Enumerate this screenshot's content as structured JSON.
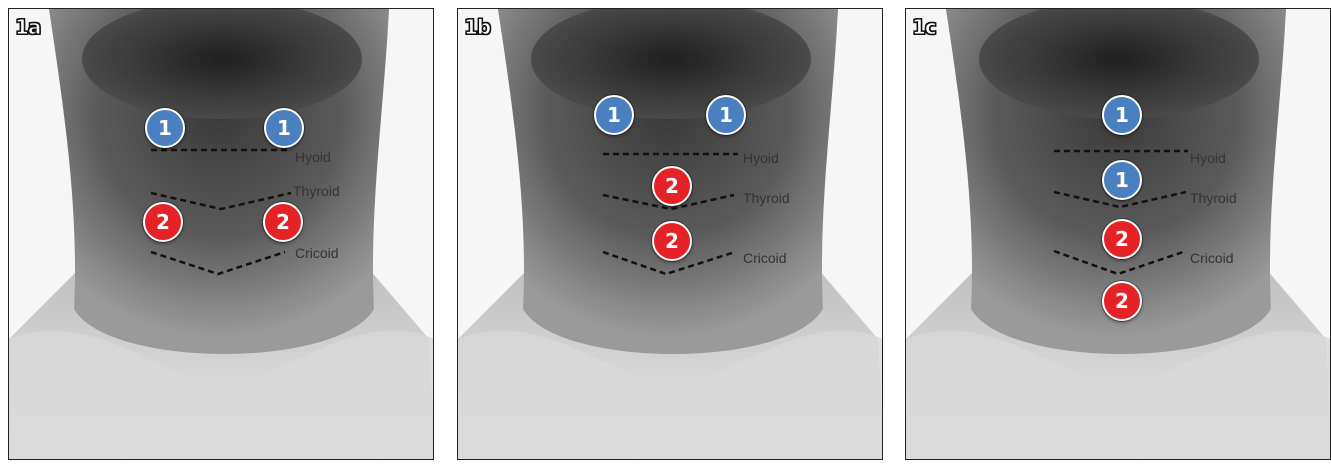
{
  "colors": {
    "marker_1": "#4a7fc0",
    "marker_2": "#e52226",
    "dashed_line": "#111111"
  },
  "panels": [
    {
      "tag": "1a",
      "labels": {
        "hyoid": "Hyoid",
        "thyroid": "Thyroid",
        "cricoid": "Cricoid"
      },
      "markers": [
        "1",
        "1",
        "2",
        "2"
      ]
    },
    {
      "tag": "1b",
      "labels": {
        "hyoid": "Hyoid",
        "thyroid": "Thyroid",
        "cricoid": "Cricoid"
      },
      "markers": [
        "1",
        "1",
        "2",
        "2"
      ]
    },
    {
      "tag": "1c",
      "labels": {
        "hyoid": "Hyoid",
        "thyroid": "Thyroid",
        "cricoid": "Cricoid"
      },
      "markers": [
        "1",
        "1",
        "2",
        "2"
      ]
    }
  ]
}
